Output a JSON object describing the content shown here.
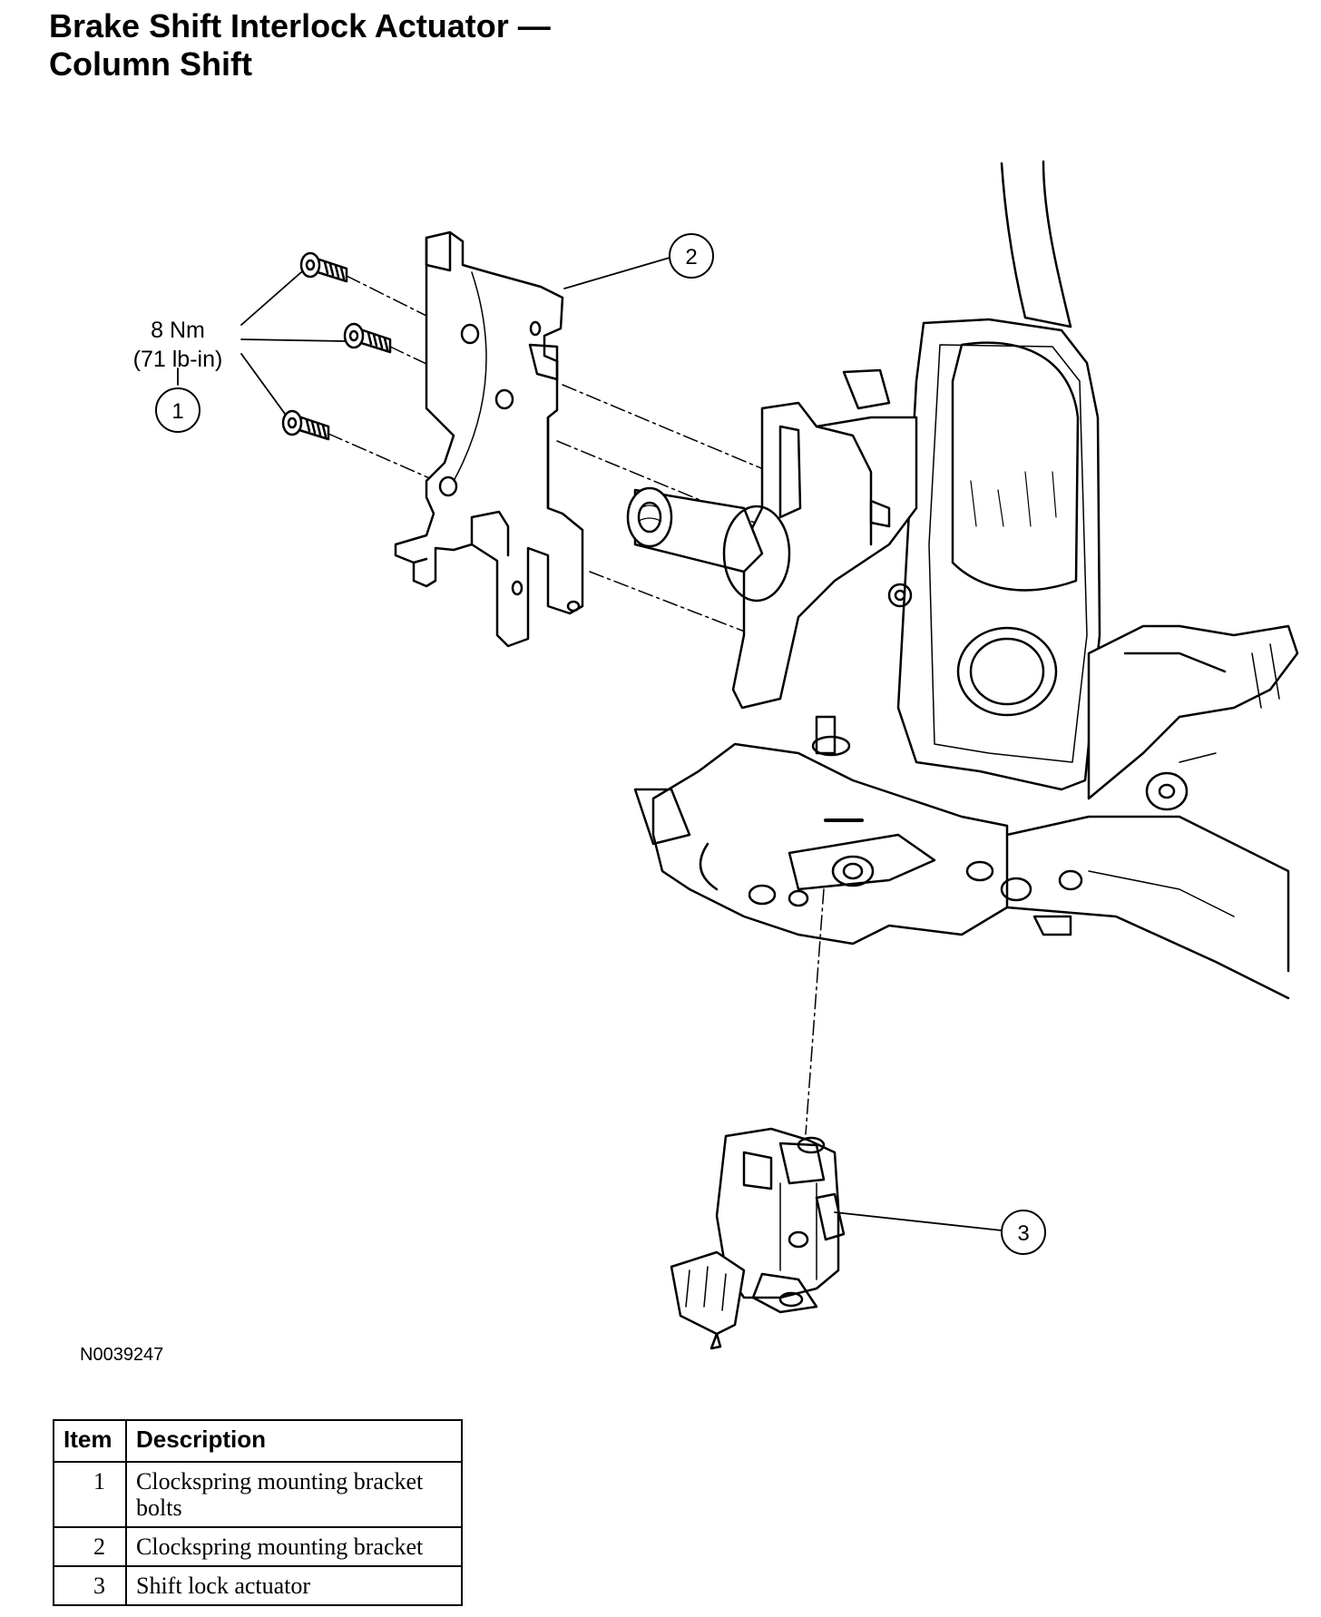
{
  "title_line1": "Brake Shift Interlock Actuator —",
  "title_line2": "Column Shift",
  "torque_nm": "8 Nm",
  "torque_lbin": "(71 lb-in)",
  "callouts": [
    "1",
    "2",
    "3"
  ],
  "figure_id": "N0039247",
  "legend": {
    "headers": [
      "Item",
      "Description"
    ],
    "rows": [
      {
        "item": "1",
        "description": "Clockspring mounting bracket bolts"
      },
      {
        "item": "2",
        "description": "Clockspring mounting bracket"
      },
      {
        "item": "3",
        "description": "Shift lock actuator"
      }
    ]
  }
}
